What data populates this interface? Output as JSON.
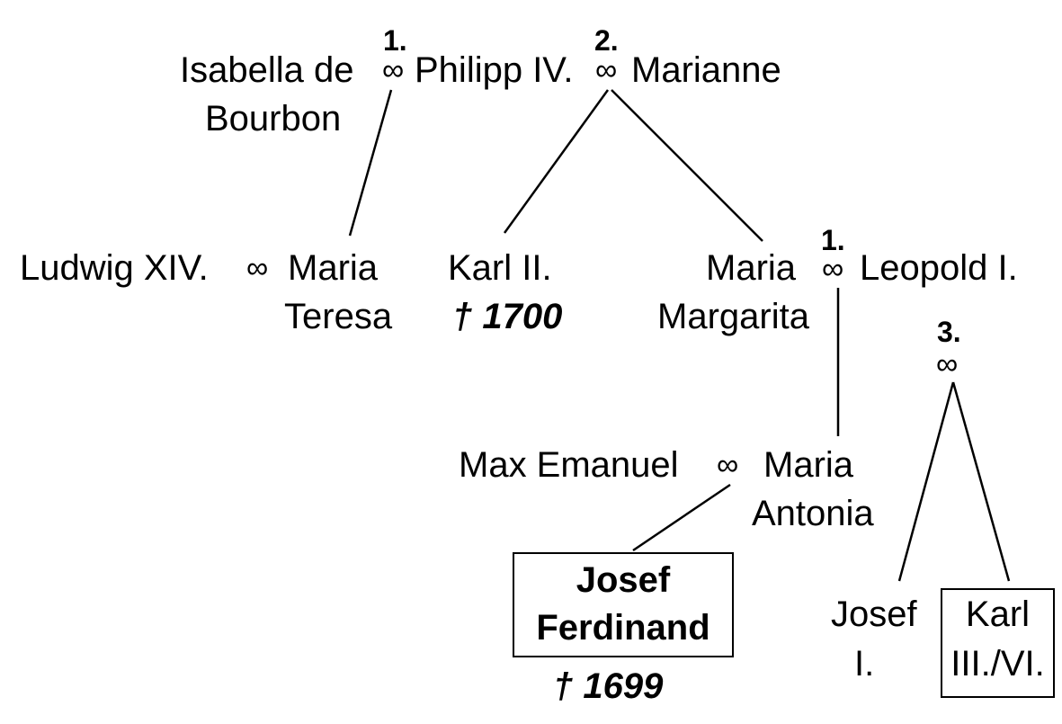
{
  "title": "Spanish succession family tree",
  "people": {
    "isabella": [
      "Isabella de",
      "Bourbon"
    ],
    "philipp": "Philipp IV.",
    "marianne": "Marianne",
    "ludwig": "Ludwig XIV.",
    "maria_teresa": [
      "Maria",
      "Teresa"
    ],
    "karl2": "Karl II.",
    "karl2_death": "† 1700",
    "maria_margarita": [
      "Maria",
      "Margarita"
    ],
    "leopold": "Leopold I.",
    "max_emanuel": "Max Emanuel",
    "maria_antonia": [
      "Maria",
      "Antonia"
    ],
    "josef_ferdinand": [
      "Josef",
      "Ferdinand"
    ],
    "josef_ferdinand_death": "† 1699",
    "josef1": [
      "Josef",
      "I."
    ],
    "karl3": [
      "Karl",
      "III./VI."
    ]
  },
  "marriage_symbol": "∞",
  "marriage_numbers": {
    "philipp_first": "1.",
    "philipp_second": "2.",
    "leopold_first": "1.",
    "leopold_third": "3."
  }
}
